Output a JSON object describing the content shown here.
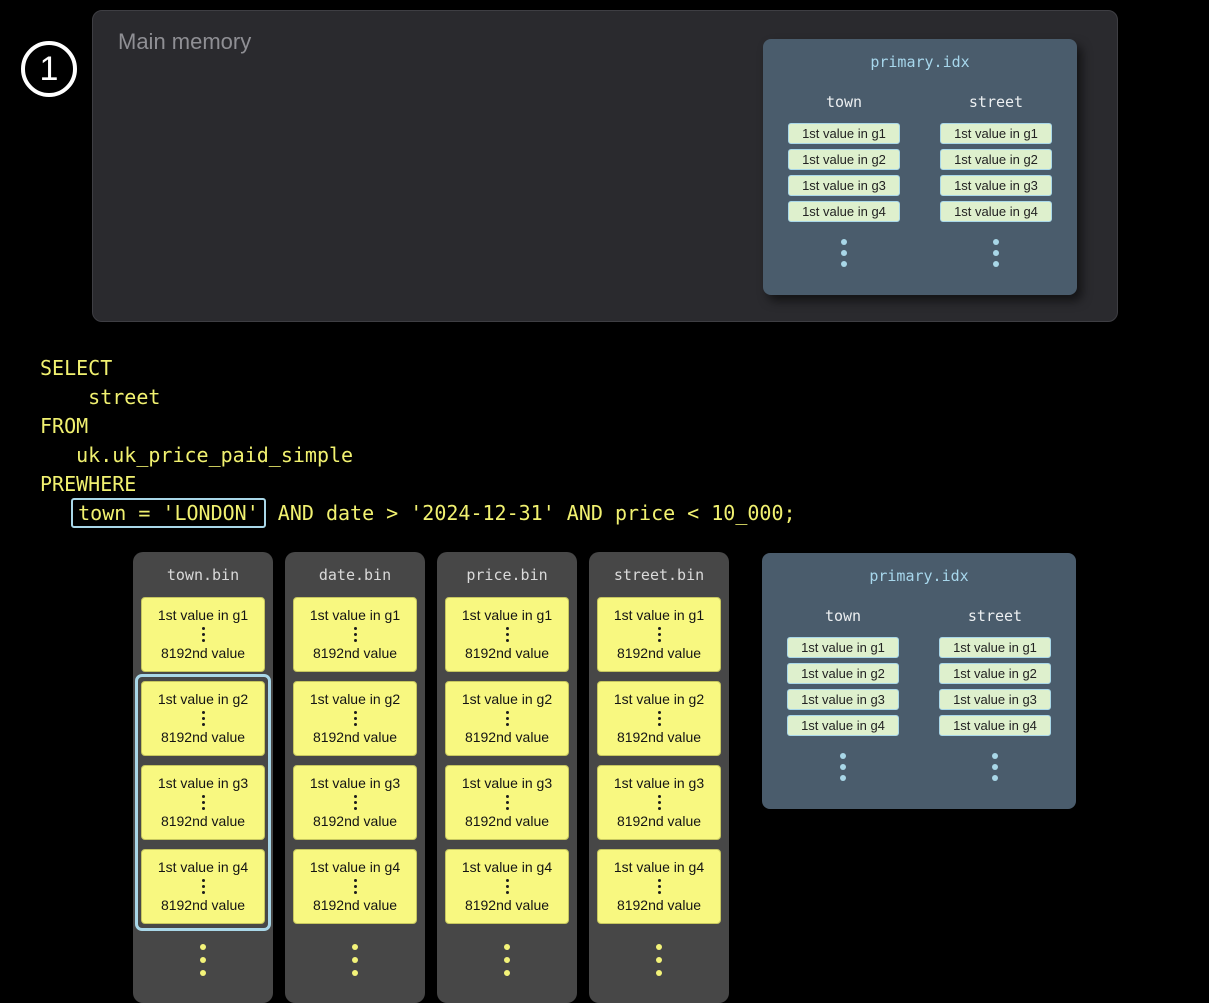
{
  "step": {
    "number": "1"
  },
  "main_memory": {
    "title": "Main memory"
  },
  "primary_idx": {
    "title": "primary.idx",
    "town": {
      "header": "town",
      "cells": [
        "1st value in g1",
        "1st value in g2",
        "1st value in g3",
        "1st value in g4"
      ]
    },
    "street": {
      "header": "street",
      "cells": [
        "1st value in g1",
        "1st value in g2",
        "1st value in g3",
        "1st value in g4"
      ]
    }
  },
  "sql": {
    "line1": "SELECT",
    "line2": "    street",
    "line3": "FROM",
    "line4": "   uk.uk_price_paid_simple",
    "line5": "PREWHERE",
    "prewhere_indent": "   ",
    "prewhere_highlight": "town = 'LONDON'",
    "prewhere_rest": " AND date > '2024-12-31' AND price < 10_000;"
  },
  "bins": {
    "town": {
      "title": "town.bin",
      "granules": [
        {
          "first": "1st value in g1",
          "last": "8192nd value"
        },
        {
          "first": "1st value in g2",
          "last": "8192nd value"
        },
        {
          "first": "1st value in g3",
          "last": "8192nd value"
        },
        {
          "first": "1st value in g4",
          "last": "8192nd value"
        }
      ]
    },
    "date": {
      "title": "date.bin",
      "granules": [
        {
          "first": "1st value in g1",
          "last": "8192nd value"
        },
        {
          "first": "1st value in g2",
          "last": "8192nd value"
        },
        {
          "first": "1st value in g3",
          "last": "8192nd value"
        },
        {
          "first": "1st value in g4",
          "last": "8192nd value"
        }
      ]
    },
    "price": {
      "title": "price.bin",
      "granules": [
        {
          "first": "1st value in g1",
          "last": "8192nd value"
        },
        {
          "first": "1st value in g2",
          "last": "8192nd value"
        },
        {
          "first": "1st value in g3",
          "last": "8192nd value"
        },
        {
          "first": "1st value in g4",
          "last": "8192nd value"
        }
      ]
    },
    "street": {
      "title": "street.bin",
      "granules": [
        {
          "first": "1st value in g1",
          "last": "8192nd value"
        },
        {
          "first": "1st value in g2",
          "last": "8192nd value"
        },
        {
          "first": "1st value in g3",
          "last": "8192nd value"
        },
        {
          "first": "1st value in g4",
          "last": "8192nd value"
        }
      ]
    }
  },
  "icons": {
    "more_values_indicator": "vertical-ellipsis-dots",
    "step_badge": "circled-number"
  },
  "colors": {
    "background": "#000000",
    "main_memory_panel": "#2a2a2e",
    "index_panel": "#4a5c6c",
    "index_cell_bg": "#def0cd",
    "accent_blue": "#a9d7e8",
    "sql_yellow": "#f1f170",
    "granule_yellow": "#f8f880",
    "bin_panel_gray": "#474747"
  }
}
